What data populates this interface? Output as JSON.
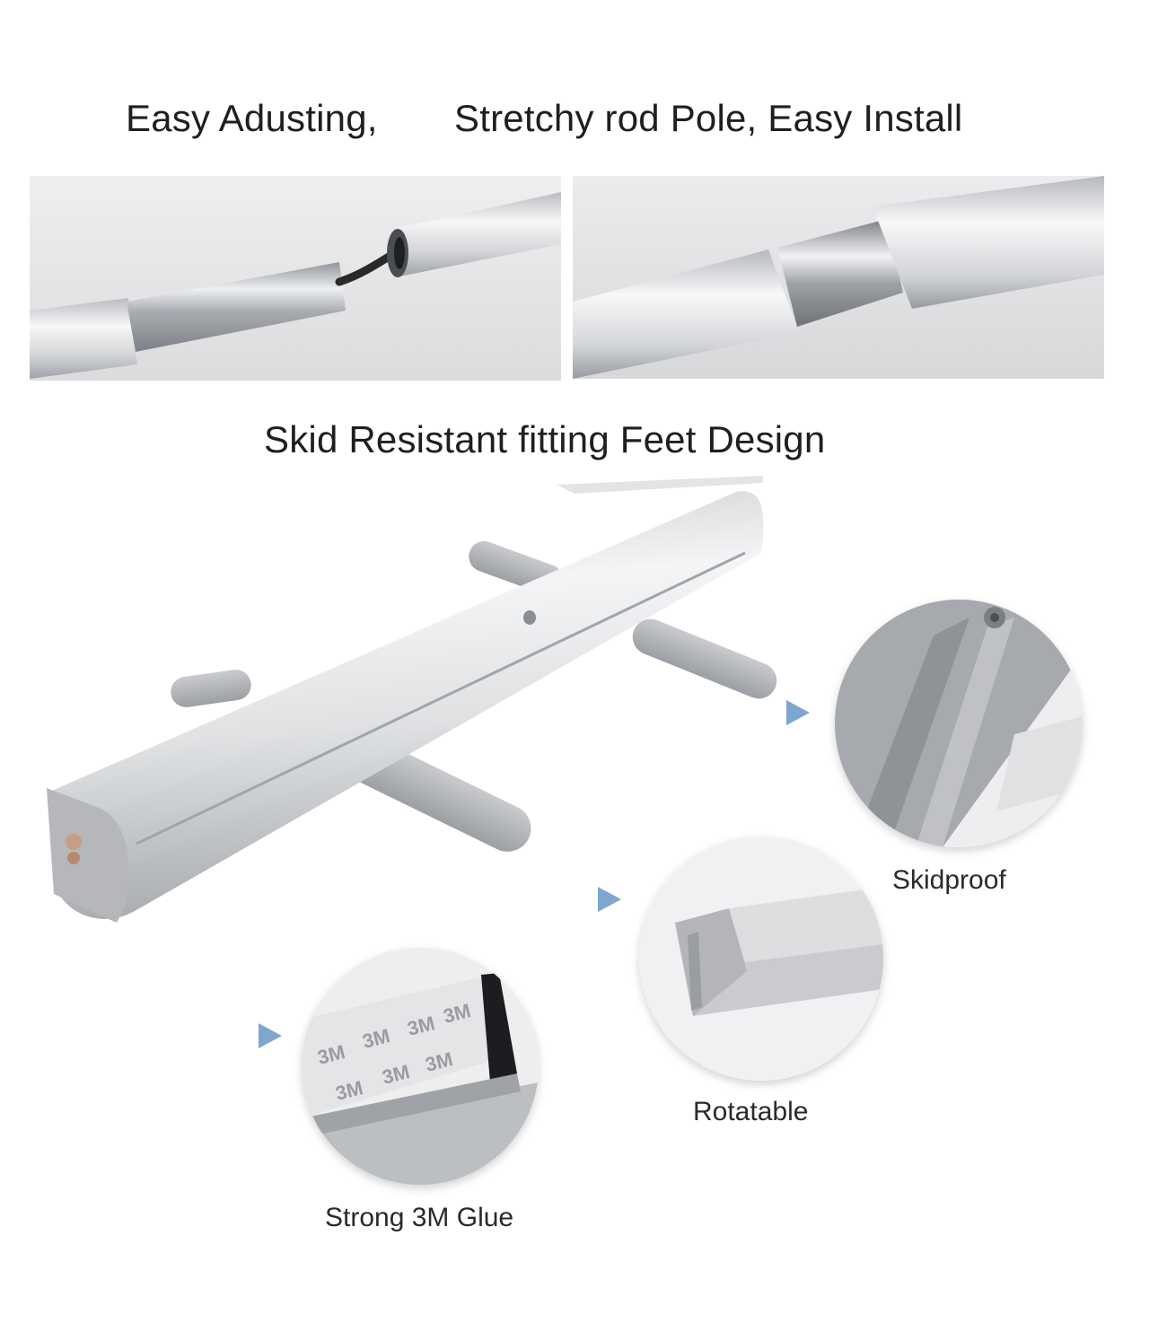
{
  "headings": {
    "top_left": "Easy Adusting,",
    "top_right": "Stretchy rod Pole, Easy Install",
    "middle": "Skid Resistant fitting Feet Design"
  },
  "callouts": {
    "skidproof": "Skidproof",
    "rotatable": "Rotatable",
    "glue": "Strong 3M Glue"
  },
  "glue_pattern_text": "3M",
  "colors": {
    "pointer": "#7fa6cf",
    "aluminium": "#d9dbde",
    "panel_bg": "#e6e6e8"
  }
}
